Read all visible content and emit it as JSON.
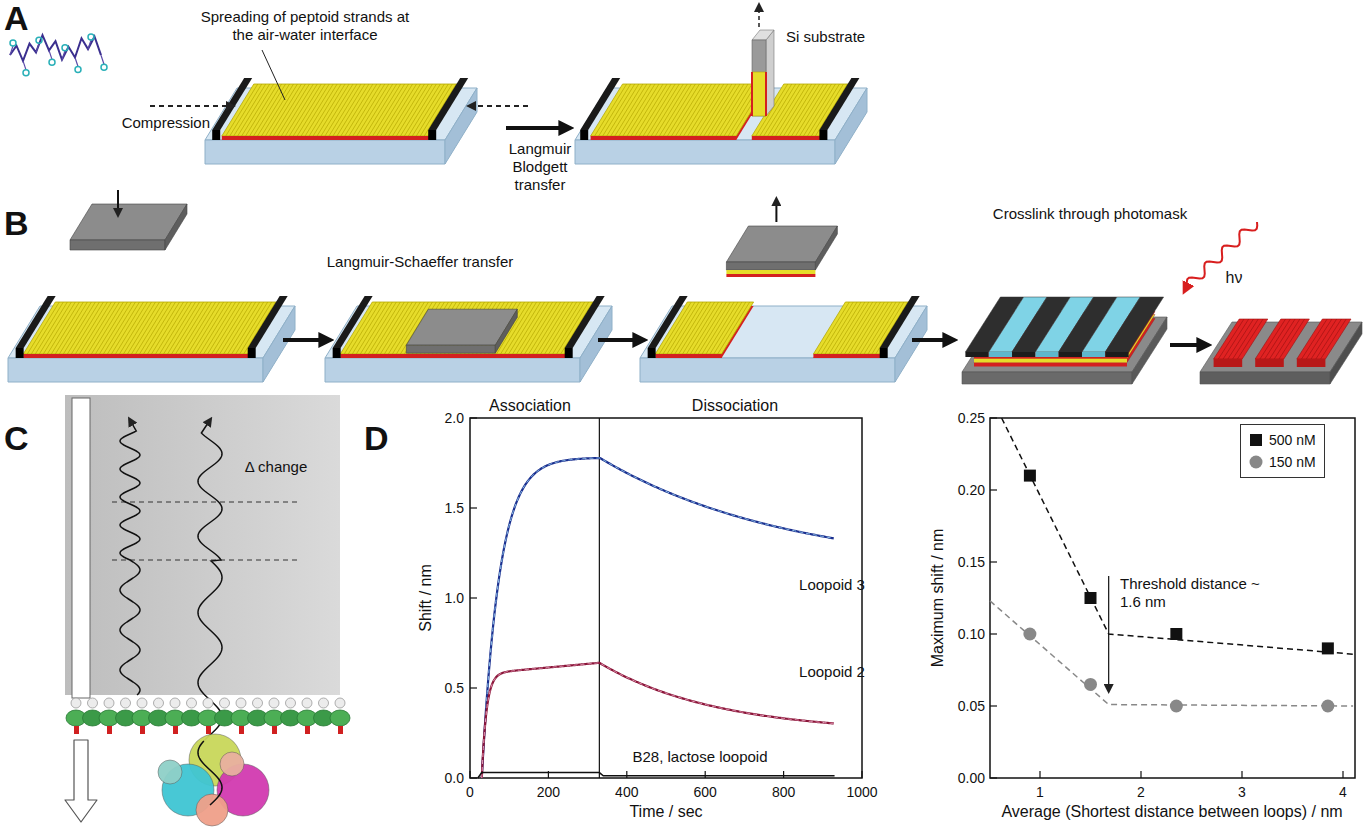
{
  "diagram": {
    "labels": [
      "A",
      "Spreading of peptoid strands at the air-water interface",
      "Si substrate",
      "Compression",
      "Langmuir Blodgett transfer",
      "B",
      "Langmuir-Schaeffer transfer",
      "Crosslink through photomask",
      "hν",
      "C",
      "Δ change",
      "D",
      "Association",
      "Dissociation",
      "2.0",
      "1.5",
      "1.0",
      "0.5",
      "0.0",
      "0",
      "200",
      "400",
      "600",
      "800",
      "1000",
      "Shift / nm",
      "Time / sec",
      "Loopoid 3",
      "Loopoid 2",
      "B28, lactose loopoid",
      "0.25",
      "0.20",
      "0.15",
      "0.10",
      "0.05",
      "0.00",
      "1",
      "2",
      "3",
      "4",
      "Maximum shift / nm",
      "Average (Shortest distance between loops) / nm",
      "Threshold distance ~ 1.6 nm"
    ],
    "legend": [
      {
        "text": "500 nM"
      },
      {
        "text": "150 nM"
      }
    ]
  }
}
